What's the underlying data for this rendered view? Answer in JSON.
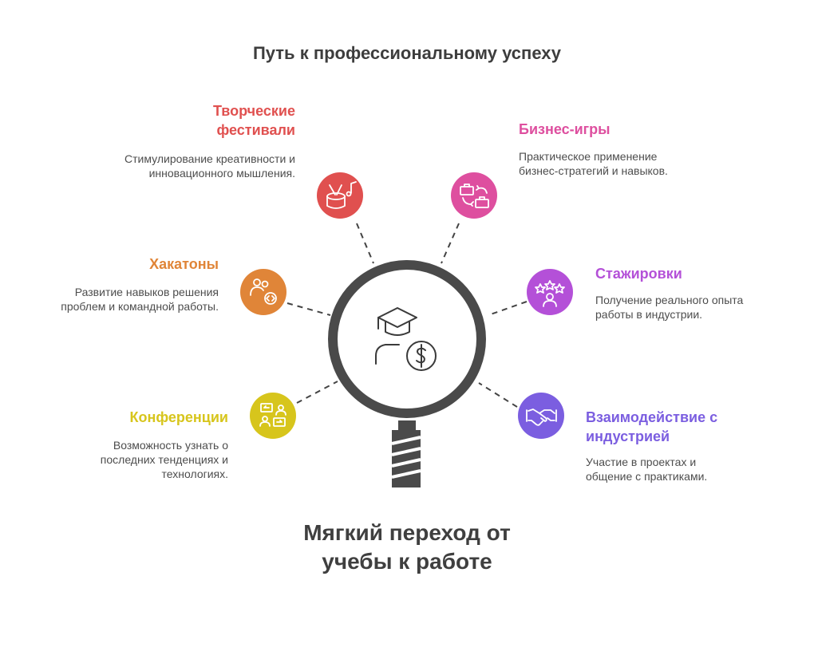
{
  "title": "Путь к профессиональному успеху",
  "center_label": "Мягкий переход от учебы к работе",
  "items": [
    {
      "heading": "Творческие фестивали",
      "description": "Стимулирование креативности и инновационного мышления.",
      "color": "#e0504f",
      "icon": "drum-music-icon"
    },
    {
      "heading": "Бизнес-игры",
      "description": "Практическое применение бизнес-стратегий и навыков.",
      "color": "#de4f9f",
      "icon": "briefcase-exchange-icon"
    },
    {
      "heading": "Хакатоны",
      "description": "Развитие навыков решения проблем и командной работы.",
      "color": "#e08538",
      "icon": "team-code-icon"
    },
    {
      "heading": "Стажировки",
      "description": "Получение реального опыта работы в индустрии.",
      "color": "#b450d8",
      "icon": "person-stars-icon"
    },
    {
      "heading": "Конференции",
      "description": "Возможность узнать о последних тенденциях и технологиях.",
      "color": "#d7c51c",
      "icon": "discussion-icon"
    },
    {
      "heading": "Взаимодействие с индустрией",
      "description": "Участие в проектах и общение с практиками.",
      "color": "#7b5ee0",
      "icon": "handshake-icon"
    }
  ],
  "center_icon": "graduate-money-icon"
}
